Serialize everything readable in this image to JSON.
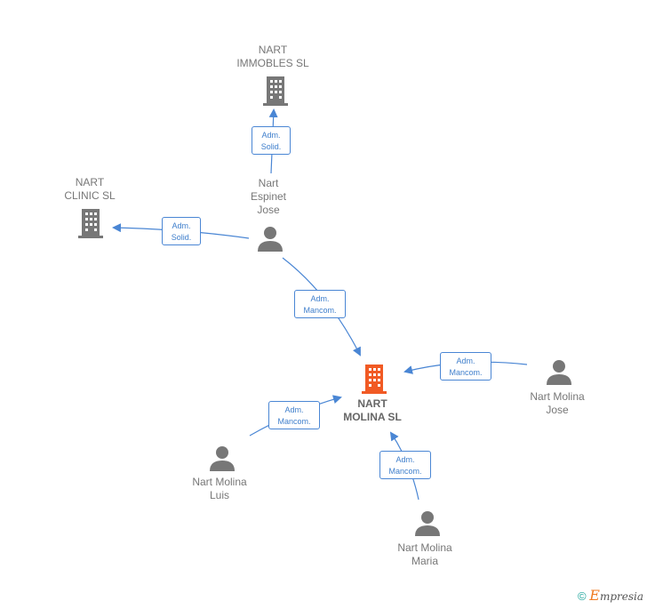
{
  "nodes": {
    "nart_immobles": {
      "label": "NART\nIMMOBLES SL",
      "type": "company"
    },
    "nart_clinic": {
      "label": "NART\nCLINIC  SL",
      "type": "company"
    },
    "nart_molina_sl": {
      "label": "NART\nMOLINA  SL",
      "type": "company",
      "highlighted": true
    },
    "nart_espinet_jose": {
      "label": "Nart\nEspinet\nJose",
      "type": "person"
    },
    "nart_molina_jose": {
      "label": "Nart Molina\nJose",
      "type": "person"
    },
    "nart_molina_luis": {
      "label": "Nart Molina\nLuis",
      "type": "person"
    },
    "nart_molina_maria": {
      "label": "Nart Molina\nMaria",
      "type": "person"
    }
  },
  "edges": [
    {
      "from": "nart_espinet_jose",
      "to": "nart_immobles",
      "role_line1": "Adm.",
      "role_line2": "Solid."
    },
    {
      "from": "nart_espinet_jose",
      "to": "nart_clinic",
      "role_line1": "Adm.",
      "role_line2": "Solid."
    },
    {
      "from": "nart_espinet_jose",
      "to": "nart_molina_sl",
      "role_line1": "Adm.",
      "role_line2": "Mancom."
    },
    {
      "from": "nart_molina_jose",
      "to": "nart_molina_sl",
      "role_line1": "Adm.",
      "role_line2": "Mancom."
    },
    {
      "from": "nart_molina_luis",
      "to": "nart_molina_sl",
      "role_line1": "Adm.",
      "role_line2": "Mancom."
    },
    {
      "from": "nart_molina_maria",
      "to": "nart_molina_sl",
      "role_line1": "Adm.",
      "role_line2": "Mancom."
    }
  ],
  "colors": {
    "company": "#777777",
    "company_highlight": "#f15a24",
    "person": "#777777",
    "edge": "#4a86d4"
  },
  "footer": {
    "copyright_symbol": "©",
    "brand_initial": "E",
    "brand_rest": "mpresia"
  }
}
